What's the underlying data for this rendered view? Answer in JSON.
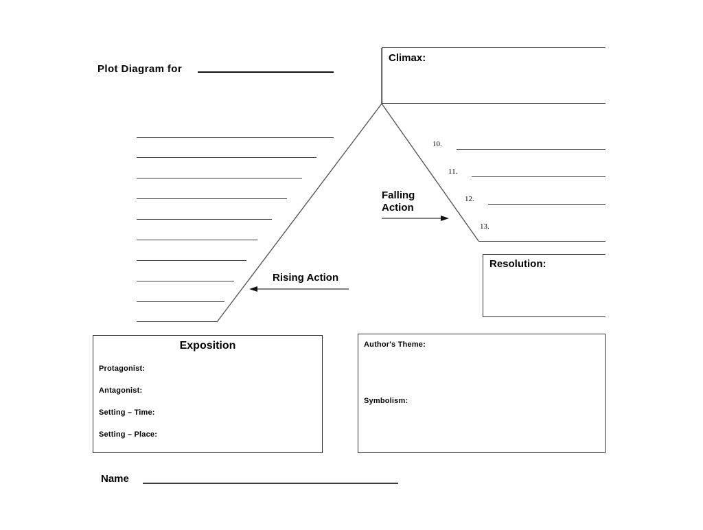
{
  "page": {
    "title_prefix": "Plot Diagram for",
    "background_color": "#ffffff",
    "ink_color": "#000000",
    "line_color": "#3a3a3a"
  },
  "title": {
    "label": "Plot Diagram for",
    "blank_value": ""
  },
  "climax": {
    "label": "Climax:",
    "value": ""
  },
  "rising_action": {
    "label": "Rising Action",
    "arrow_direction": "left",
    "blank_lines": [
      "",
      "",
      "",
      "",
      "",
      "",
      "",
      "",
      "",
      ""
    ],
    "blank_line_count": 10
  },
  "falling_action": {
    "label_line1": "Falling",
    "label_line2": "Action",
    "arrow_direction": "right",
    "numbered_items": [
      {
        "number": "10.",
        "value": ""
      },
      {
        "number": "11.",
        "value": ""
      },
      {
        "number": "12.",
        "value": ""
      },
      {
        "number": "13.",
        "value": ""
      }
    ]
  },
  "resolution": {
    "label": "Resolution:",
    "value": ""
  },
  "exposition": {
    "heading": "Exposition",
    "fields": [
      {
        "label": "Protagonist:",
        "value": ""
      },
      {
        "label": "Antagonist:",
        "value": ""
      },
      {
        "label": "Setting – Time:",
        "value": ""
      },
      {
        "label": "Setting – Place:",
        "value": ""
      }
    ]
  },
  "authors_theme": {
    "theme_label": "Author's Theme:",
    "theme_value": "",
    "symbolism_label": "Symbolism:",
    "symbolism_value": ""
  },
  "name_field": {
    "label": "Name",
    "value": ""
  }
}
